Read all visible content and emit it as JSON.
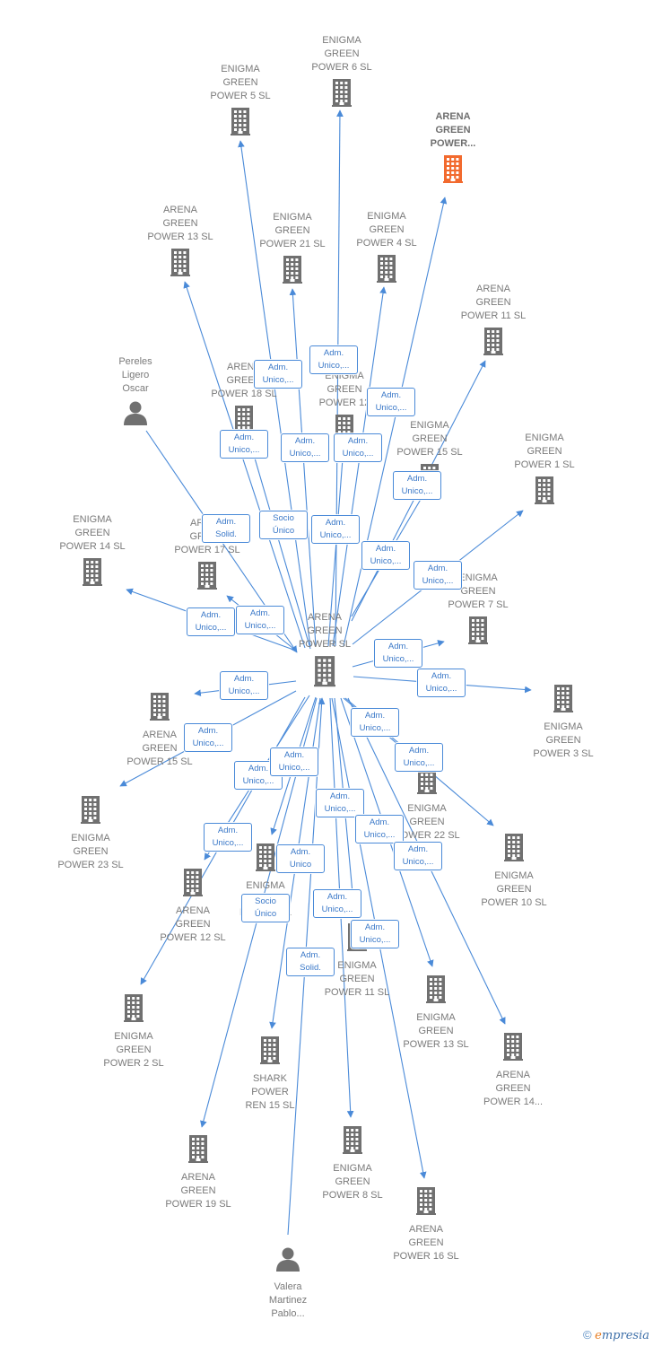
{
  "diagram": {
    "colors": {
      "edge": "#4a8ad8",
      "node": "#707070",
      "highlight": "#f26a2e",
      "label_border": "#4a8ad8",
      "label_text": "#3a78c8"
    },
    "nodes": [
      {
        "id": "center",
        "kind": "company",
        "label": "ARENA\nGREEN\nPOWER  SL"
      },
      {
        "id": "eg6",
        "kind": "company",
        "label": "ENIGMA\nGREEN\nPOWER 6  SL"
      },
      {
        "id": "eg5",
        "kind": "company",
        "label": "ENIGMA\nGREEN\nPOWER 5  SL"
      },
      {
        "id": "agp",
        "kind": "company",
        "label": "ARENA\nGREEN\nPOWER...",
        "highlight": true
      },
      {
        "id": "ag13t",
        "kind": "company",
        "label": "ARENA\nGREEN\nPOWER 13  SL"
      },
      {
        "id": "eg21",
        "kind": "company",
        "label": "ENIGMA\nGREEN\nPOWER 21  SL"
      },
      {
        "id": "eg4",
        "kind": "company",
        "label": "ENIGMA\nGREEN\nPOWER 4  SL"
      },
      {
        "id": "ag11",
        "kind": "company",
        "label": "ARENA\nGREEN\nPOWER 11  SL"
      },
      {
        "id": "pereles",
        "kind": "person",
        "label": "Pereles\nLigero\nOscar"
      },
      {
        "id": "ag18",
        "kind": "company",
        "label": "ARENA\nGREEN\nPOWER 18  SL"
      },
      {
        "id": "eg12",
        "kind": "company",
        "label": "ENIGMA\nGREEN\nPOWER 12"
      },
      {
        "id": "eg15",
        "kind": "company",
        "label": "ENIGMA\nGREEN\nPOWER 15  SL"
      },
      {
        "id": "eg1",
        "kind": "company",
        "label": "ENIGMA\nGREEN\nPOWER 1  SL"
      },
      {
        "id": "eg14",
        "kind": "company",
        "label": "ENIGMA\nGREEN\nPOWER 14  SL"
      },
      {
        "id": "ag17",
        "kind": "company",
        "label": "ARENA\nGREEN\nPOWER 17  SL"
      },
      {
        "id": "eg7",
        "kind": "company",
        "label": "ENIGMA\nGREEN\nPOWER 7  SL"
      },
      {
        "id": "eg3",
        "kind": "company",
        "label": "ENIGMA\nGREEN\nPOWER 3  SL"
      },
      {
        "id": "ag15",
        "kind": "company",
        "label": "ARENA\nGREEN\nPOWER 15  SL"
      },
      {
        "id": "eg22",
        "kind": "company",
        "label": "ENIGMA\nGREEN\nPOWER 22  SL"
      },
      {
        "id": "eg23",
        "kind": "company",
        "label": "ENIGMA\nGREEN\nPOWER 23  SL"
      },
      {
        "id": "eg10",
        "kind": "company",
        "label": "ENIGMA\nGREEN\nPOWER 10  SL"
      },
      {
        "id": "ag12",
        "kind": "company",
        "label": "ARENA\nGREEN\nPOWER 12  SL"
      },
      {
        "id": "egsl",
        "kind": "company",
        "label": "ENIGMA\nGREEN\nPOWER  SL"
      },
      {
        "id": "eg11",
        "kind": "company",
        "label": "ENIGMA\nGREEN\nPOWER 11  SL"
      },
      {
        "id": "eg2",
        "kind": "company",
        "label": "ENIGMA\nGREEN\nPOWER 2  SL"
      },
      {
        "id": "eg13",
        "kind": "company",
        "label": "ENIGMA\nGREEN\nPOWER 13  SL"
      },
      {
        "id": "ag14",
        "kind": "company",
        "label": "ARENA\nGREEN\nPOWER 14..."
      },
      {
        "id": "shark",
        "kind": "company",
        "label": "SHARK\nPOWER\nREN 15  SL"
      },
      {
        "id": "ag19",
        "kind": "company",
        "label": "ARENA\nGREEN\nPOWER 19  SL"
      },
      {
        "id": "eg8",
        "kind": "company",
        "label": "ENIGMA\nGREEN\nPOWER 8  SL"
      },
      {
        "id": "ag16",
        "kind": "company",
        "label": "ARENA\nGREEN\nPOWER 16  SL"
      },
      {
        "id": "valera",
        "kind": "person",
        "label": "Valera\nMartinez\nPablo..."
      }
    ],
    "edges": [
      {
        "from": "center",
        "to": "eg6",
        "label": "Adm.\nUnico,..."
      },
      {
        "from": "center",
        "to": "eg5",
        "label": "Adm.\nUnico,..."
      },
      {
        "from": "center",
        "to": "agp",
        "label": "Adm.\nUnico,..."
      },
      {
        "from": "center",
        "to": "ag13t",
        "label": "Adm.\nUnico,..."
      },
      {
        "from": "center",
        "to": "eg21",
        "label": "Adm.\nUnico,..."
      },
      {
        "from": "center",
        "to": "eg4",
        "label": "Adm.\nUnico,..."
      },
      {
        "from": "center",
        "to": "ag11",
        "label": "Adm.\nUnico,..."
      },
      {
        "from": "pereles",
        "to": "center",
        "label": "Adm.\nSolid."
      },
      {
        "from": "center",
        "to": "ag18",
        "label": "Socio\nÚnico"
      },
      {
        "from": "center",
        "to": "eg12",
        "label": "Adm.\nUnico,..."
      },
      {
        "from": "center",
        "to": "eg15",
        "label": "Adm.\nUnico,..."
      },
      {
        "from": "center",
        "to": "eg1",
        "label": "Adm.\nUnico,..."
      },
      {
        "from": "center",
        "to": "eg14",
        "label": "Adm.\nUnico,..."
      },
      {
        "from": "center",
        "to": "ag17",
        "label": "Adm.\nUnico,..."
      },
      {
        "from": "center",
        "to": "eg7",
        "label": "Adm.\nUnico,..."
      },
      {
        "from": "center",
        "to": "eg3",
        "label": "Adm.\nUnico,..."
      },
      {
        "from": "center",
        "to": "ag15",
        "label": "Adm.\nUnico,..."
      },
      {
        "from": "center",
        "to": "eg23",
        "label": "Adm.\nUnico,..."
      },
      {
        "from": "center",
        "to": "eg22",
        "label": "Adm.\nUnico,..."
      },
      {
        "from": "center",
        "to": "ag12",
        "label": "Adm.\nUnico,..."
      },
      {
        "from": "center",
        "to": "eg10",
        "label": "Adm.\nUnico,..."
      },
      {
        "from": "center",
        "to": "egsl",
        "label": "Adm.\nUnico,..."
      },
      {
        "from": "center",
        "to": "eg2",
        "label": "Adm.\nUnico,..."
      },
      {
        "from": "center",
        "to": "eg11",
        "label": "Adm.\nUnico,..."
      },
      {
        "from": "center",
        "to": "shark",
        "label": "Adm.\nUnico"
      },
      {
        "from": "center",
        "to": "eg13",
        "label": "Adm.\nUnico,..."
      },
      {
        "from": "center",
        "to": "ag19",
        "label": "Socio\nÚnico"
      },
      {
        "from": "center",
        "to": "ag14",
        "label": "Adm.\nUnico,..."
      },
      {
        "from": "center",
        "to": "eg8",
        "label": "Adm.\nUnico,..."
      },
      {
        "from": "valera",
        "to": "center",
        "label": "Adm.\nSolid."
      },
      {
        "from": "center",
        "to": "ag16",
        "label": "Adm.\nUnico,..."
      }
    ]
  },
  "footer": {
    "copyright": "©",
    "brand_initial": "e",
    "brand_rest": "mpresia"
  }
}
